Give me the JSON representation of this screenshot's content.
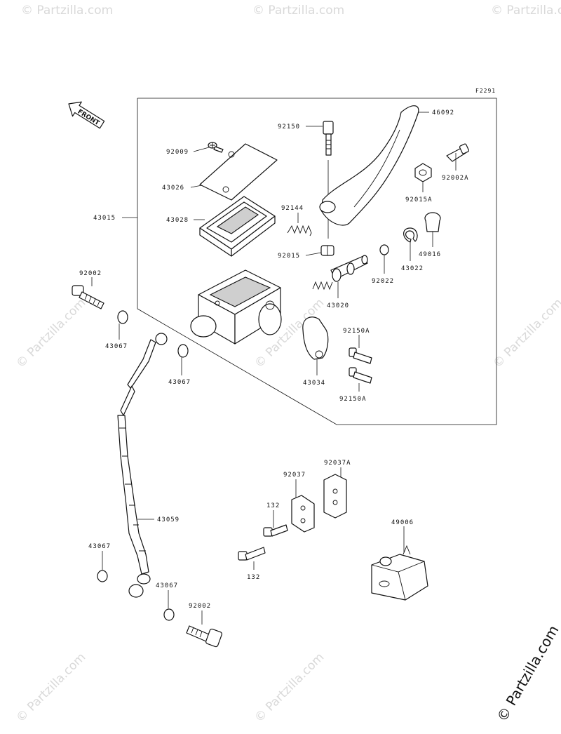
{
  "diagram": {
    "figure_code": "F2291",
    "front_label": "FRONT",
    "labels": [
      {
        "id": "46092",
        "text": "46092"
      },
      {
        "id": "92150",
        "text": "92150"
      },
      {
        "id": "92009",
        "text": "92009"
      },
      {
        "id": "92002A",
        "text": "92002A"
      },
      {
        "id": "43026",
        "text": "43026"
      },
      {
        "id": "92015A",
        "text": "92015A"
      },
      {
        "id": "92144",
        "text": "92144"
      },
      {
        "id": "43015",
        "text": "43015"
      },
      {
        "id": "43028",
        "text": "43028"
      },
      {
        "id": "49016",
        "text": "49016"
      },
      {
        "id": "92015",
        "text": "92015"
      },
      {
        "id": "43022",
        "text": "43022"
      },
      {
        "id": "92022",
        "text": "92022"
      },
      {
        "id": "92002-top",
        "text": "92002"
      },
      {
        "id": "43020",
        "text": "43020"
      },
      {
        "id": "92150A-top",
        "text": "92150A"
      },
      {
        "id": "43067-a",
        "text": "43067"
      },
      {
        "id": "43067-b",
        "text": "43067"
      },
      {
        "id": "43034",
        "text": "43034"
      },
      {
        "id": "92150A-bot",
        "text": "92150A"
      },
      {
        "id": "92037",
        "text": "92037"
      },
      {
        "id": "92037A",
        "text": "92037A"
      },
      {
        "id": "132-top",
        "text": "132"
      },
      {
        "id": "49006",
        "text": "49006"
      },
      {
        "id": "43059",
        "text": "43059"
      },
      {
        "id": "43067-c",
        "text": "43067"
      },
      {
        "id": "132-bot",
        "text": "132"
      },
      {
        "id": "43067-d",
        "text": "43067"
      },
      {
        "id": "92002-bot",
        "text": "92002"
      }
    ]
  },
  "watermark": {
    "text": "© Partzilla.com",
    "corner_text": "© Partzilla.com"
  }
}
